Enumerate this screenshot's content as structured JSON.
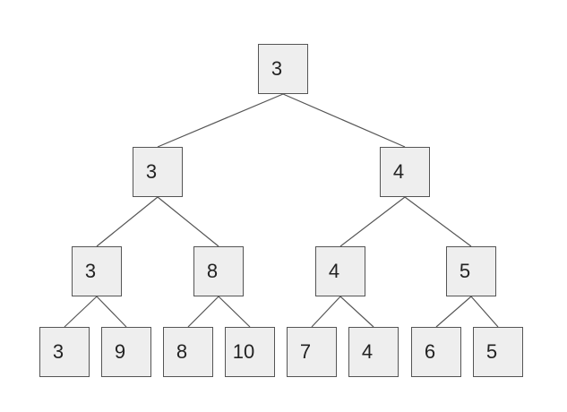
{
  "tree": {
    "root": {
      "label": "3",
      "left": {
        "label": "3",
        "left": {
          "label": "3",
          "left": {
            "label": "3"
          },
          "right": {
            "label": "9"
          }
        },
        "right": {
          "label": "8",
          "left": {
            "label": "8"
          },
          "right": {
            "label": "10"
          }
        }
      },
      "right": {
        "label": "4",
        "left": {
          "label": "4",
          "left": {
            "label": "7"
          },
          "right": {
            "label": "4"
          }
        },
        "right": {
          "label": "5",
          "left": {
            "label": "6"
          },
          "right": {
            "label": "5"
          }
        }
      }
    }
  },
  "colors": {
    "node_fill": "#eeeeee",
    "node_border": "#555555",
    "edge": "#555555",
    "text": "#222222"
  }
}
